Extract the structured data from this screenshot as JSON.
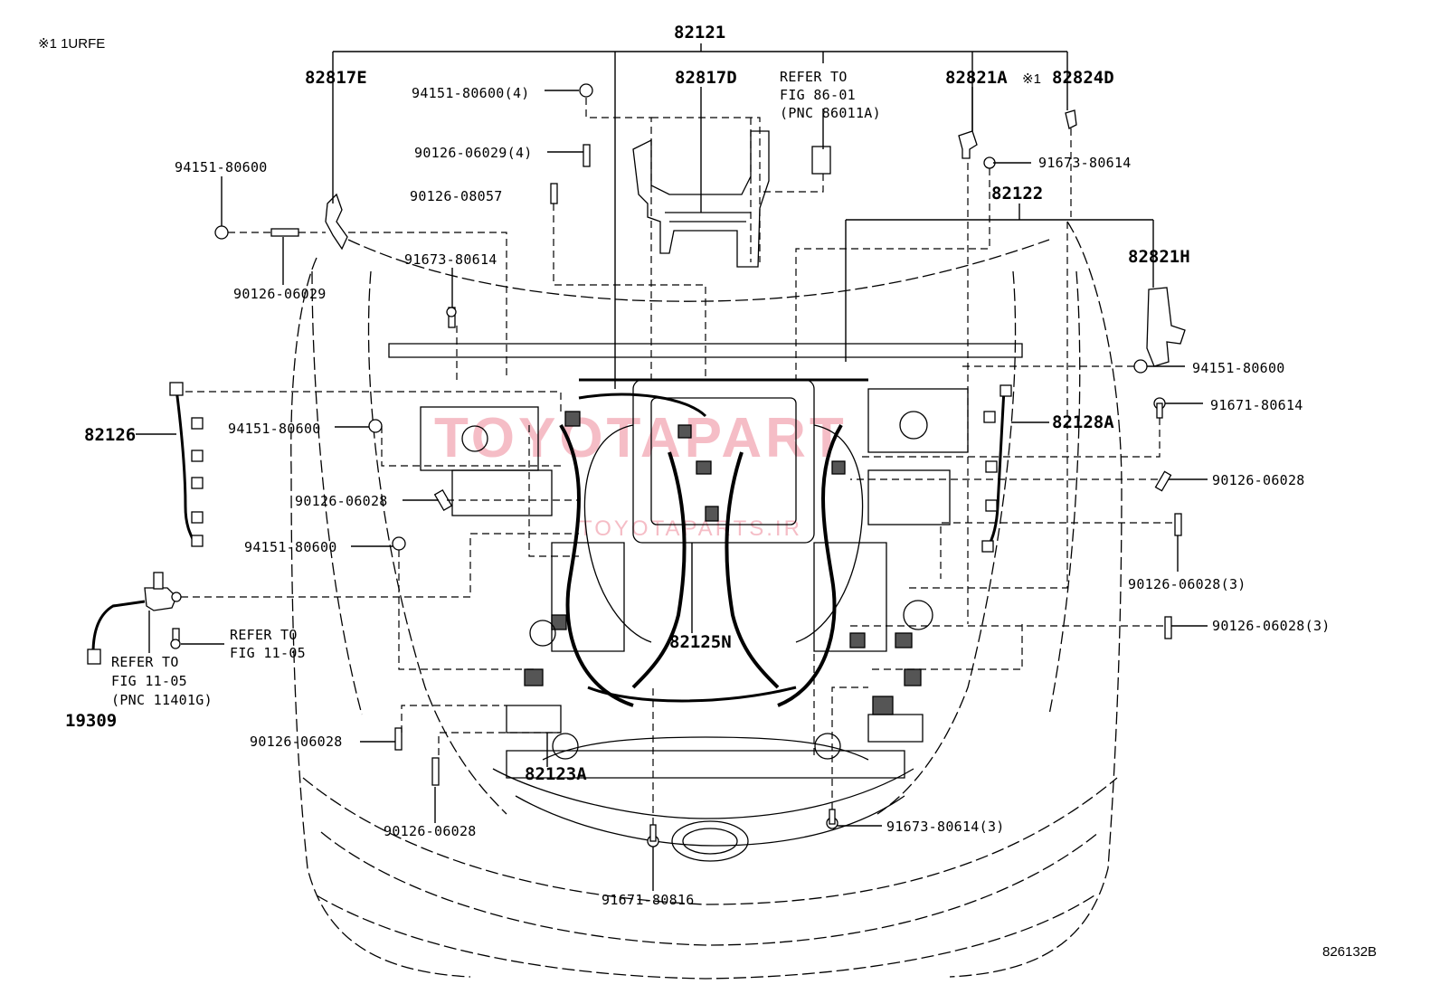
{
  "note": "※1 1URFE",
  "watermark": {
    "main": "TOYOTAPART",
    "sub": "TOYOTAPARTS.IR",
    "color": "#f2a7b4"
  },
  "diagram_id": "826132B",
  "main_assembly": "82121",
  "callouts": {
    "p82817E": "82817E",
    "p82817D": "82817D",
    "p82821A": "82821A",
    "p82824D_mark": "※1",
    "p82824D": "82824D",
    "p82122": "82122",
    "p82821H": "82821H",
    "p82126": "82126",
    "p82128A": "82128A",
    "p82125N": "82125N",
    "p82123A": "82123A",
    "p19309": "19309",
    "n94151_80600_4": "94151-80600(4)",
    "n90126_06029_4": "90126-06029(4)",
    "n90126_08057": "90126-08057",
    "n94151_80600_a": "94151-80600",
    "n90126_06029": "90126-06029",
    "n91673_80614_a": "91673-80614",
    "n91673_80614_b": "91673-80614",
    "n94151_80600_b": "94151-80600",
    "n91671_80614": "91671-80614",
    "n90126_06028_a": "90126-06028",
    "n94151_80600_c": "94151-80600",
    "n90126_06028_b": "90126-06028",
    "n94151_80600_d": "94151-80600",
    "n90126_06028_3a": "90126-06028(3)",
    "n90126_06028_3b": "90126-06028(3)",
    "n90126_06028_c": "90126-06028",
    "n90126_06028_d": "90126-06028",
    "n91673_80614_3": "91673-80614(3)",
    "n91671_80816": "91671-80816"
  },
  "references": {
    "fig86": [
      "REFER TO",
      "FIG 86-01",
      "(PNC 86011A)"
    ],
    "fig11_right": [
      "REFER TO",
      "FIG 11-05"
    ],
    "fig11_left": [
      "REFER TO",
      "FIG 11-05",
      "(PNC 11401G)"
    ]
  }
}
